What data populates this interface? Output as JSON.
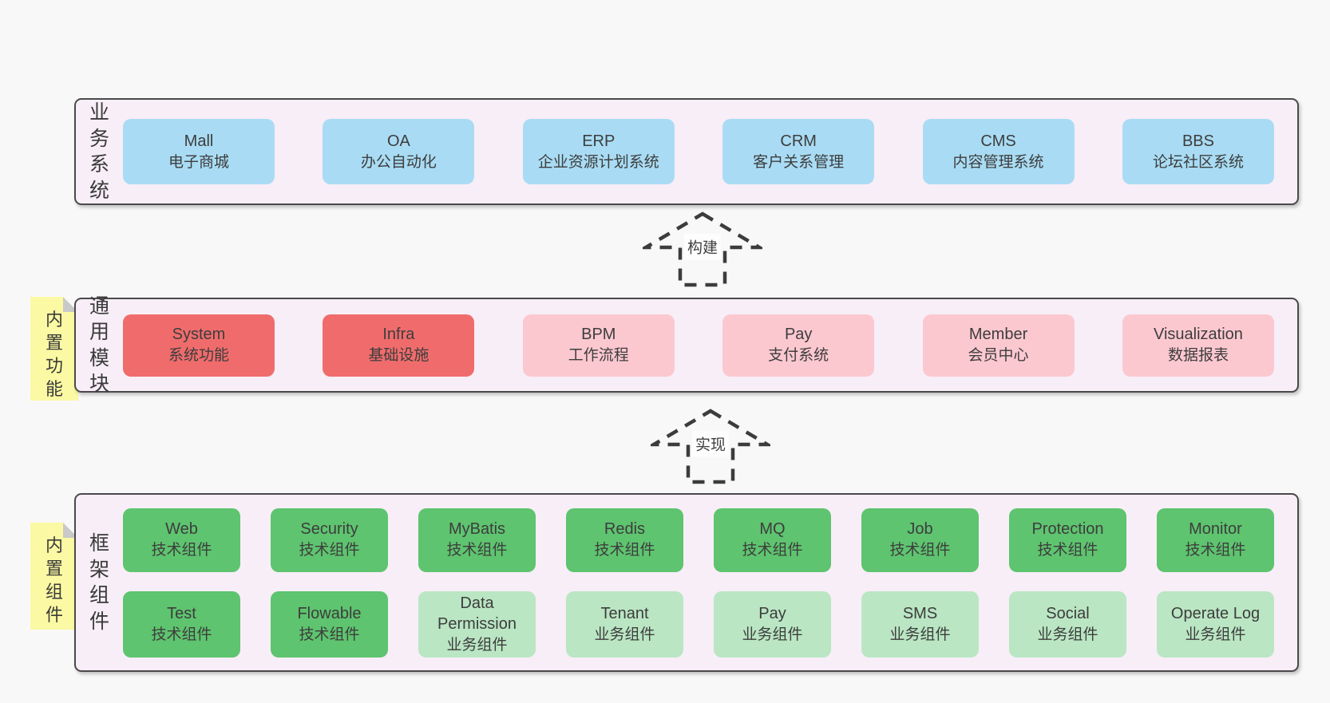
{
  "colors": {
    "page_bg": "#f8f8f8",
    "panel_bg": "#f8eef7",
    "panel_border": "#4a4a4a",
    "business_box": "#a9dcf4",
    "core_module_box": "#f06c6c",
    "optional_module_box": "#fcc8d0",
    "tech_component_box": "#5ec46f",
    "biz_component_box": "#bae6c3",
    "tag_bg": "#fbf9a3",
    "tag_fold": "#c9c9c9",
    "text": "#3d3d3d"
  },
  "arrows": [
    {
      "label": "构建"
    },
    {
      "label": "实现"
    }
  ],
  "layers": [
    {
      "title": "业务系统",
      "boxes": [
        {
          "name": "Mall",
          "desc": "电子商城"
        },
        {
          "name": "OA",
          "desc": "办公自动化"
        },
        {
          "name": "ERP",
          "desc": "企业资源计划系统"
        },
        {
          "name": "CRM",
          "desc": "客户关系管理"
        },
        {
          "name": "CMS",
          "desc": "内容管理系统"
        },
        {
          "name": "BBS",
          "desc": "论坛社区系统"
        }
      ]
    },
    {
      "title": "通用模块",
      "tag": "内置功能",
      "boxes": [
        {
          "name": "System",
          "desc": "系统功能"
        },
        {
          "name": "Infra",
          "desc": "基础设施"
        },
        {
          "name": "BPM",
          "desc": "工作流程"
        },
        {
          "name": "Pay",
          "desc": "支付系统"
        },
        {
          "name": "Member",
          "desc": "会员中心"
        },
        {
          "name": "Visualization",
          "desc": "数据报表"
        }
      ]
    },
    {
      "title": "框架组件",
      "tag": "内置组件",
      "rows": [
        [
          {
            "name": "Web",
            "desc": "技术组件"
          },
          {
            "name": "Security",
            "desc": "技术组件"
          },
          {
            "name": "MyBatis",
            "desc": "技术组件"
          },
          {
            "name": "Redis",
            "desc": "技术组件"
          },
          {
            "name": "MQ",
            "desc": "技术组件"
          },
          {
            "name": "Job",
            "desc": "技术组件"
          },
          {
            "name": "Protection",
            "desc": "技术组件"
          },
          {
            "name": "Monitor",
            "desc": "技术组件"
          }
        ],
        [
          {
            "name": "Test",
            "desc": "技术组件"
          },
          {
            "name": "Flowable",
            "desc": "技术组件"
          },
          {
            "name": "Data Permission",
            "desc": "业务组件"
          },
          {
            "name": "Tenant",
            "desc": "业务组件"
          },
          {
            "name": "Pay",
            "desc": "业务组件"
          },
          {
            "name": "SMS",
            "desc": "业务组件"
          },
          {
            "name": "Social",
            "desc": "业务组件"
          },
          {
            "name": "Operate Log",
            "desc": "业务组件"
          }
        ]
      ]
    }
  ]
}
